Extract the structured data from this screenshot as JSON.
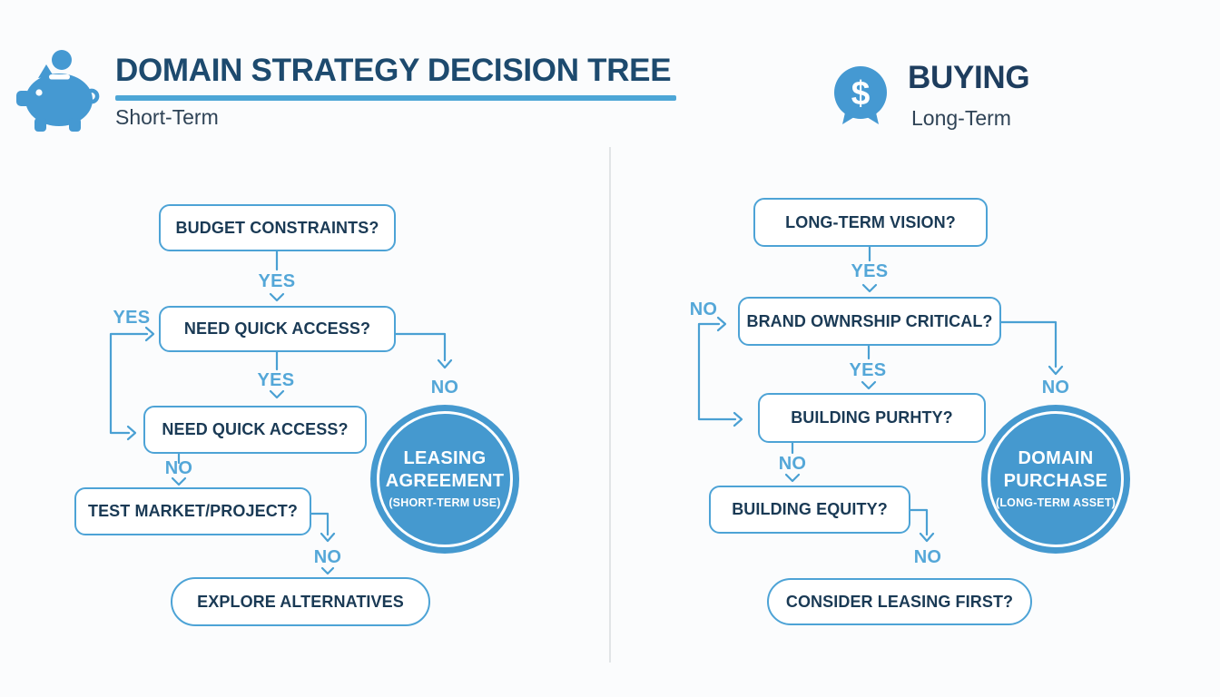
{
  "header_left": {
    "title": "DOMAIN STRATEGY DECISION TREE",
    "subtitle": "Short-Term",
    "icon": "piggy-bank"
  },
  "header_right": {
    "title": "BUYING",
    "subtitle": "Long-Term",
    "icon": "dollar-chat-bubble",
    "dollar_glyph": "$"
  },
  "left_flow": {
    "boxes": [
      {
        "label": "BUDGET CONSTRAINTS?"
      },
      {
        "label": "NEED QUICK ACCESS?"
      },
      {
        "label": "NEED QUICK ACCESS?"
      },
      {
        "label": "TEST MARKET/PROJECT?"
      },
      {
        "label": "EXPLORE ALTERNATIVES"
      }
    ],
    "connector_labels": {
      "c1": "YES",
      "loop": "YES",
      "c2": "YES",
      "c3": "NO",
      "c4": "NO",
      "to_terminal": "NO"
    },
    "terminal": {
      "line1": "LEASING",
      "line2": "AGREEMENT",
      "line3": "(SHORT-TERM USE)"
    }
  },
  "right_flow": {
    "boxes": [
      {
        "label": "LONG-TERM VISION?"
      },
      {
        "label": "BRAND OWNRSHIP CRITICAL?"
      },
      {
        "label": "BUILDING PURHTY?"
      },
      {
        "label": "BUILDING EQUITY?"
      },
      {
        "label": "CONSIDER LEASING FIRST?"
      }
    ],
    "connector_labels": {
      "c1": "YES",
      "loop": "NO",
      "c2": "YES",
      "c3": "NO",
      "c4": "NO",
      "to_terminal": "NO"
    },
    "terminal": {
      "line1": "DOMAIN",
      "line2": "PURCHASE",
      "line3": "(LONG-TERM ASSET)"
    }
  },
  "colors": {
    "accent_blue": "#4da3d6",
    "navy_title": "#1d4a6e",
    "box_text": "#1a3a55",
    "label_blue": "#54a7d8",
    "terminal_fill": "#4599cf",
    "divider": "#e1e4e6",
    "background": "#fbfcfd"
  }
}
